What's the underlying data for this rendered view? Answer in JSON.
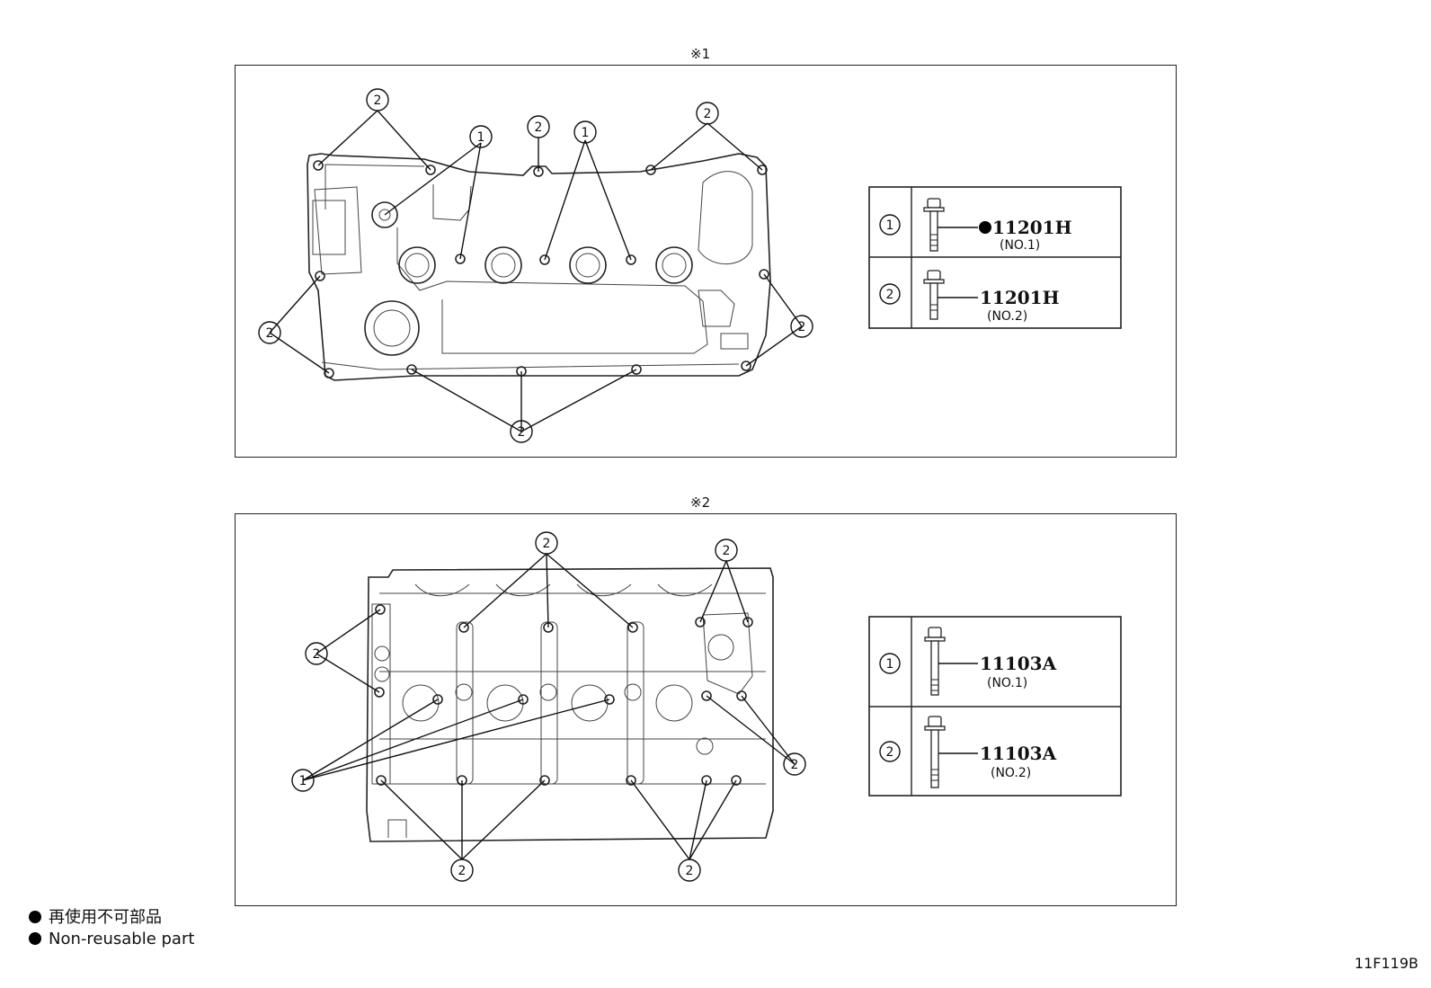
{
  "panels": [
    {
      "mark": "※1",
      "callouts": {
        "no1": "1",
        "no2": "2"
      },
      "bolt_table": [
        {
          "index": "1",
          "part_number": "11201H",
          "variant": "(NO.1)",
          "non_reusable": true
        },
        {
          "index": "2",
          "part_number": "11201H",
          "variant": "(NO.2)",
          "non_reusable": false
        }
      ]
    },
    {
      "mark": "※2",
      "callouts": {
        "no1": "1",
        "no2": "2"
      },
      "bolt_table": [
        {
          "index": "1",
          "part_number": "11103A",
          "variant": "(NO.1)",
          "non_reusable": false
        },
        {
          "index": "2",
          "part_number": "11103A",
          "variant": "(NO.2)",
          "non_reusable": false
        }
      ]
    }
  ],
  "legend": {
    "line_jp": "再使用不可部品",
    "line_en": "Non-reusable part"
  },
  "figure_code": "11F119B"
}
